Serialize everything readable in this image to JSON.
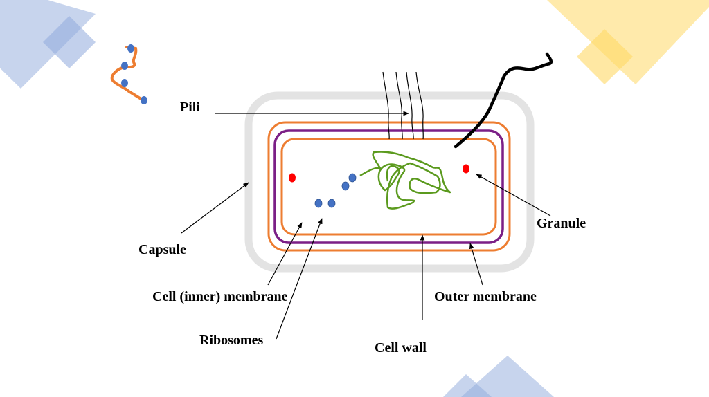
{
  "diagram": {
    "title": "Bacterial cell structure",
    "labels": {
      "pili": "Pili",
      "capsule": "Capsule",
      "cell_membrane": "Cell (inner) membrane",
      "ribosomes": "Ribosomes",
      "cell_wall": "Cell wall",
      "outer_membrane": "Outer membrane",
      "granule": "Granule"
    },
    "colors": {
      "capsule": "#e3e3e3",
      "outer_membrane": "#ed7d31",
      "cell_wall": "#7b1f86",
      "inner_membrane": "#ed7d31",
      "nucleoid": "#5b9a1e",
      "ribosome": "#4472c4",
      "granule": "#ff0000",
      "flagellum": "#000000",
      "deco_blue": "#8faadc",
      "deco_yellow": "#ffd966"
    }
  }
}
